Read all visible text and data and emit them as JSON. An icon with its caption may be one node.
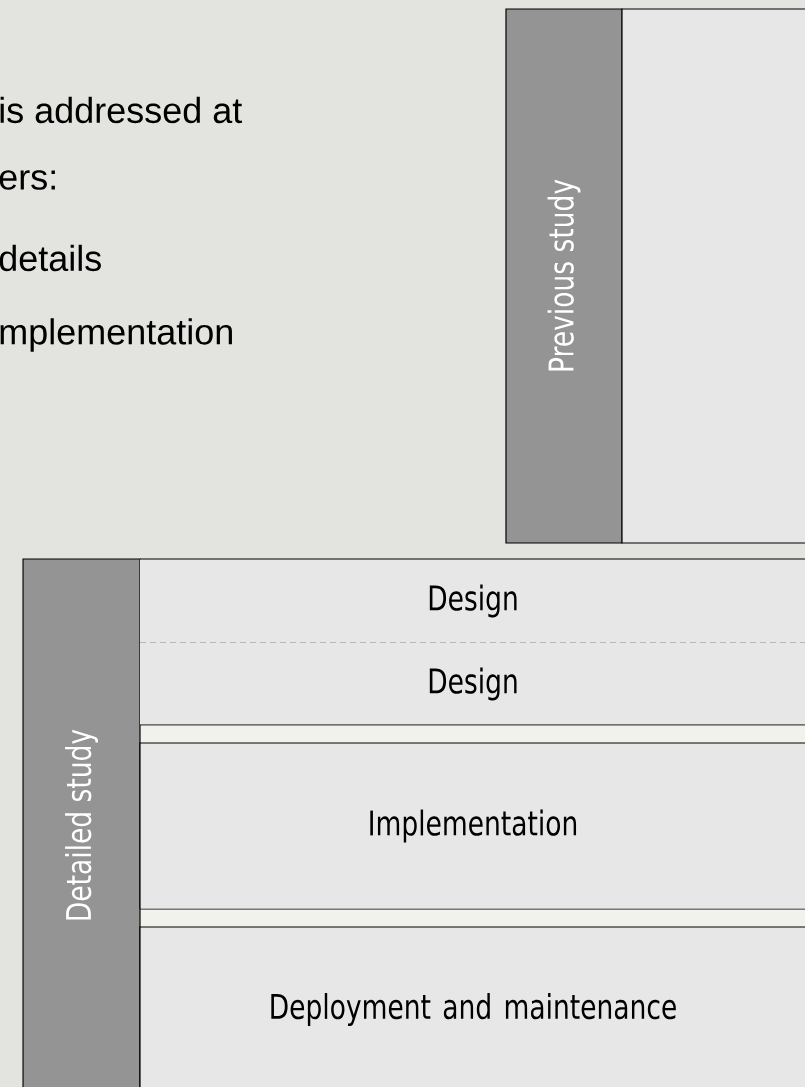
{
  "diagram": {
    "nodes": [
      {
        "text": [
          "Previous study"
        ]
      },
      {
        "text": [],
        "shape": "box"
      },
      {
        "text": [
          "Detailed study"
        ]
      },
      {
        "text": [
          "Design"
        ]
      },
      {
        "text": [
          "Design"
        ]
      },
      {
        "text": [
          "Implementation"
        ]
      },
      {
        "text": [
          "Deployment and maintenance"
        ]
      }
    ],
    "labels": [
      "is addressed at",
      "ers:",
      "details",
      "mplementation"
    ]
  }
}
